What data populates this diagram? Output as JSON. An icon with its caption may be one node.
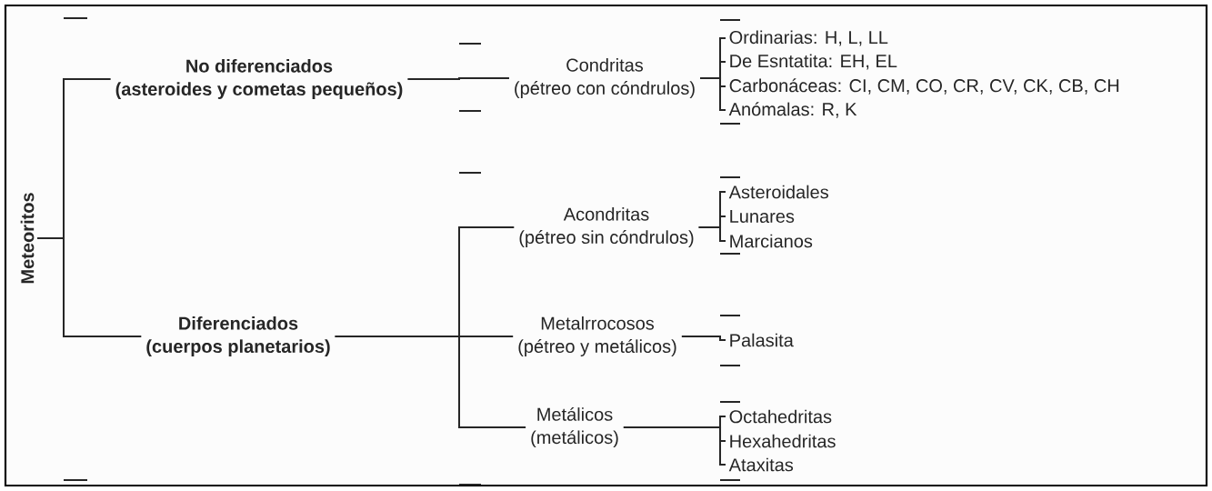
{
  "diagram": {
    "nodes": [
      {
        "text": [
          "Meteoritos"
        ]
      },
      {
        "text": [
          "No diferenciados",
          "(asteroides y cometas pequeños)"
        ]
      },
      {
        "text": [
          "Diferenciados",
          "(cuerpos planetarios)"
        ]
      },
      {
        "text": [
          "Condritas",
          "(pétreo con cóndrulos)"
        ]
      },
      {
        "text": [
          "Ordinarias: H, L, LL"
        ]
      },
      {
        "text": [
          "De Esntatita: EH, EL"
        ]
      },
      {
        "text": [
          "Carbonáceas: CI, CM, CO, CR, CV, CK, CB, CH"
        ]
      },
      {
        "text": [
          "Anómalas: R, K"
        ]
      },
      {
        "text": [
          "Acondritas",
          "(pétreo sin cóndrulos)"
        ]
      },
      {
        "text": [
          "Metalrrocosos",
          "(pétreo y metálicos)"
        ]
      },
      {
        "text": [
          "Metálicos",
          "(metálicos)"
        ]
      },
      {
        "text": [
          "Asteroidales"
        ]
      },
      {
        "text": [
          "Lunares"
        ]
      },
      {
        "text": [
          "Marcianos"
        ]
      },
      {
        "text": [
          "Palasita"
        ]
      },
      {
        "text": [
          "Octahedritas"
        ]
      },
      {
        "text": [
          "Hexahedritas"
        ]
      },
      {
        "text": [
          "Ataxitas"
        ]
      }
    ],
    "edges": [
      {
        "from": 0,
        "to": 1,
        "arrow": "none"
      },
      {
        "from": 0,
        "to": 2,
        "arrow": "none"
      },
      {
        "from": 1,
        "to": 3,
        "arrow": "none"
      },
      {
        "from": 2,
        "to": 8,
        "arrow": "none"
      },
      {
        "from": 2,
        "to": 9,
        "arrow": "none"
      },
      {
        "from": 2,
        "to": 10,
        "arrow": "none"
      },
      {
        "from": 3,
        "to": 4,
        "arrow": "none"
      },
      {
        "from": 3,
        "to": 5,
        "arrow": "none"
      },
      {
        "from": 3,
        "to": 6,
        "arrow": "none"
      },
      {
        "from": 3,
        "to": 7,
        "arrow": "none"
      },
      {
        "from": 8,
        "to": 11,
        "arrow": "none"
      },
      {
        "from": 8,
        "to": 12,
        "arrow": "none"
      },
      {
        "from": 8,
        "to": 13,
        "arrow": "none"
      },
      {
        "from": 9,
        "to": 14,
        "arrow": "none"
      },
      {
        "from": 10,
        "to": 15,
        "arrow": "none"
      },
      {
        "from": 10,
        "to": 16,
        "arrow": "none"
      },
      {
        "from": 10,
        "to": 17,
        "arrow": "none"
      }
    ]
  }
}
